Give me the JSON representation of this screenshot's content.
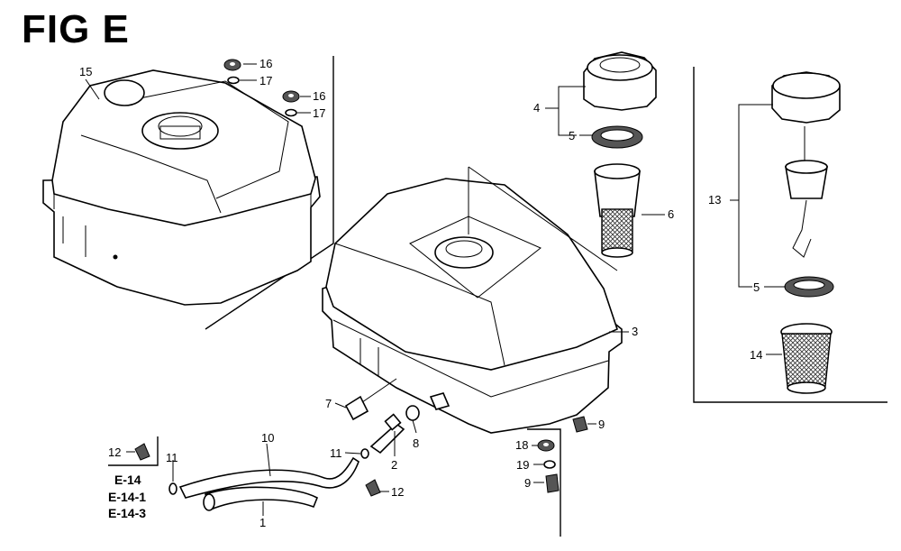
{
  "title": "FIG E",
  "callouts": {
    "p1": "1",
    "p2": "2",
    "p3": "3",
    "p4": "4",
    "p5a": "5",
    "p5b": "5",
    "p6": "6",
    "p7": "7",
    "p8": "8",
    "p9a": "9",
    "p9b": "9",
    "p10": "10",
    "p11a": "11",
    "p11b": "11",
    "p12a": "12",
    "p12b": "12",
    "p13": "13",
    "p14": "14",
    "p15": "15",
    "p16a": "16",
    "p16b": "16",
    "p17a": "17",
    "p17b": "17",
    "p18": "18",
    "p19": "19"
  },
  "references": [
    "E-14",
    "E-14-1",
    "E-14-3"
  ]
}
